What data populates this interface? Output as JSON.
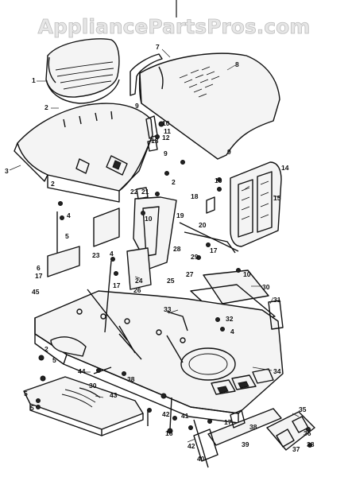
{
  "watermark": "AppliancePartsPros.com",
  "callouts": {
    "c1": "1",
    "c2a": "2",
    "c2b": "2",
    "c2c": "2",
    "c2d": "2",
    "c3": "3",
    "c4a": "4",
    "c4b": "4",
    "c4c": "4",
    "c5a": "5",
    "c5b": "5",
    "c5c": "5",
    "c5d": "5",
    "c6": "6",
    "c7": "7",
    "c8": "8",
    "c9a": "9",
    "c9b": "9",
    "c9c": "9",
    "c10a": "10",
    "c10b": "10",
    "c10c": "10",
    "c10d": "10",
    "c11": "11",
    "c12": "12",
    "c13": "13",
    "c14": "14",
    "c15": "15",
    "c16": "16",
    "c17a": "17",
    "c17b": "17",
    "c17c": "17",
    "c17d": "17",
    "c18": "18",
    "c19": "19",
    "c20": "20",
    "c21": "21",
    "c22": "22",
    "c23": "23",
    "c24": "24",
    "c25": "25",
    "c26": "26",
    "c27": "27",
    "c28": "28",
    "c29": "29",
    "c30a": "30",
    "c30b": "30",
    "c31": "31",
    "c32": "32",
    "c33": "33",
    "c34": "34",
    "c35": "35",
    "c36": "36",
    "c37": "37",
    "c38a": "38",
    "c38b": "38",
    "c38c": "38",
    "c39": "39",
    "c40": "40",
    "c41": "41",
    "c42a": "42",
    "c42b": "42",
    "c43": "43",
    "c44": "44",
    "c45": "45"
  }
}
